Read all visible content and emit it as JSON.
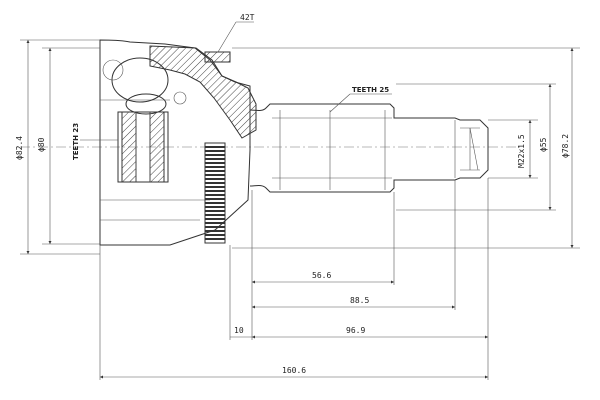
{
  "labels": {
    "outer_teeth": "42T",
    "shaft_teeth": "TEETH 25",
    "inner_teeth": "TEETH 23"
  },
  "dimensions": {
    "dia_82_4": "ϕ82.4",
    "dia_80": "ϕ80",
    "dia_55": "ϕ55",
    "dia_78_2": "ϕ78.2",
    "thread": "M22x1.5",
    "len_56_6": "56.6",
    "len_88_5": "88.5",
    "len_10": "10",
    "len_96_9": "96.9",
    "len_160_6": "160.6"
  }
}
